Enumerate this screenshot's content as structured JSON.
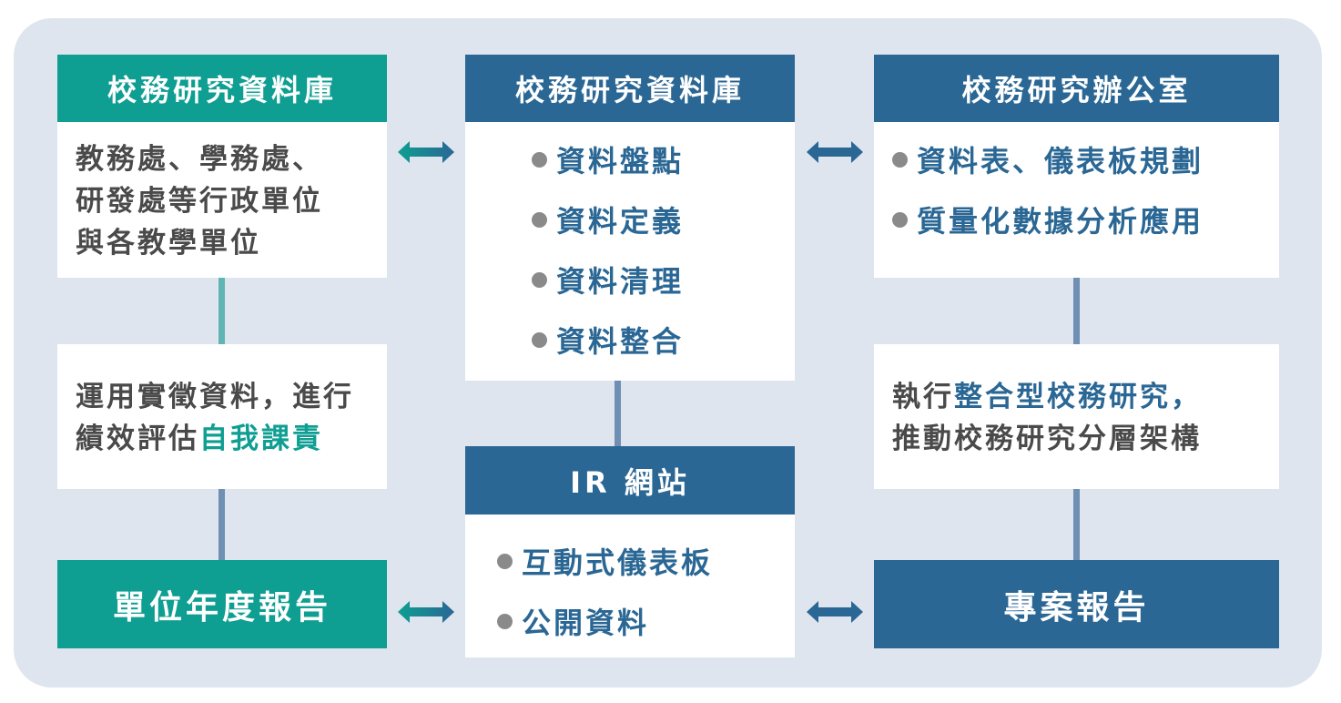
{
  "left": {
    "header": "校務研究資料庫",
    "source_text": [
      "教務處、學務處、",
      "研發處等行政單位",
      "與各教學單位"
    ],
    "middle_text": {
      "line1": "運用實徵資料，進行",
      "line2_prefix": "績效評估",
      "line2_highlight": "自我課責"
    },
    "bottom": "單位年度報告"
  },
  "center": {
    "header": "校務研究資料庫",
    "items": [
      "資料盤點",
      "資料定義",
      "資料清理",
      "資料整合"
    ],
    "website_header": "IR 網站",
    "website_items": [
      "互動式儀表板",
      "公開資料"
    ]
  },
  "right": {
    "header": "校務研究辦公室",
    "items": [
      "資料表、儀表板規劃",
      "質量化數據分析應用"
    ],
    "middle_text": {
      "line1_prefix": "執行",
      "line1_highlight": "整合型校務研究，",
      "line2": "推動校務研究分層架構"
    },
    "bottom": "專案報告"
  },
  "colors": {
    "teal": "#0e9e92",
    "blue": "#2a6794",
    "background": "#dfe5ef",
    "text": "#4a4a4a"
  }
}
